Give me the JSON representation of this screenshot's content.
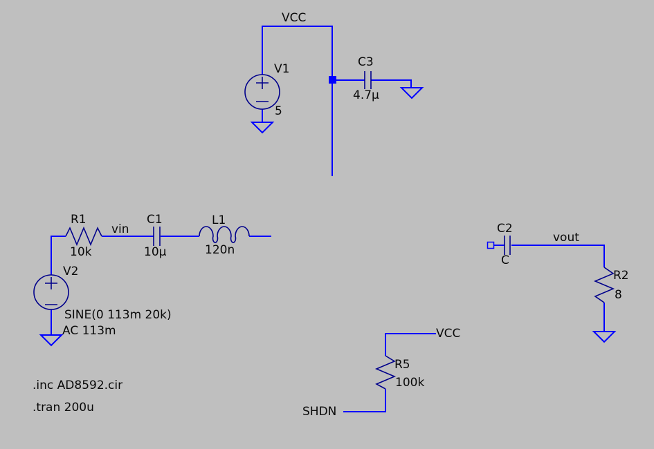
{
  "colors": {
    "background": "#bfbfbf",
    "wire": "#0000ff",
    "symbol": "#00008b",
    "text": "#0a0a0a"
  },
  "components": {
    "v1": {
      "ref": "V1",
      "value": "5"
    },
    "v2": {
      "ref": "V2",
      "sine": "SINE(0 113m 20k)",
      "ac": "AC 113m"
    },
    "r1": {
      "ref": "R1",
      "value": "10k"
    },
    "c1": {
      "ref": "C1",
      "value": "10µ"
    },
    "l1": {
      "ref": "L1",
      "value": "120n"
    },
    "c3": {
      "ref": "C3",
      "value": "4.7µ"
    },
    "c2": {
      "ref": "C2",
      "value": "C"
    },
    "r2": {
      "ref": "R2",
      "value": "8"
    },
    "r5": {
      "ref": "R5",
      "value": "100k"
    }
  },
  "nets": {
    "vcc_top": "VCC",
    "vcc_bottom": "VCC",
    "vin": "vin",
    "vout": "vout",
    "shdn": "SHDN"
  },
  "directives": {
    "include": ".inc AD8592.cir",
    "tran": ".tran 200u"
  }
}
